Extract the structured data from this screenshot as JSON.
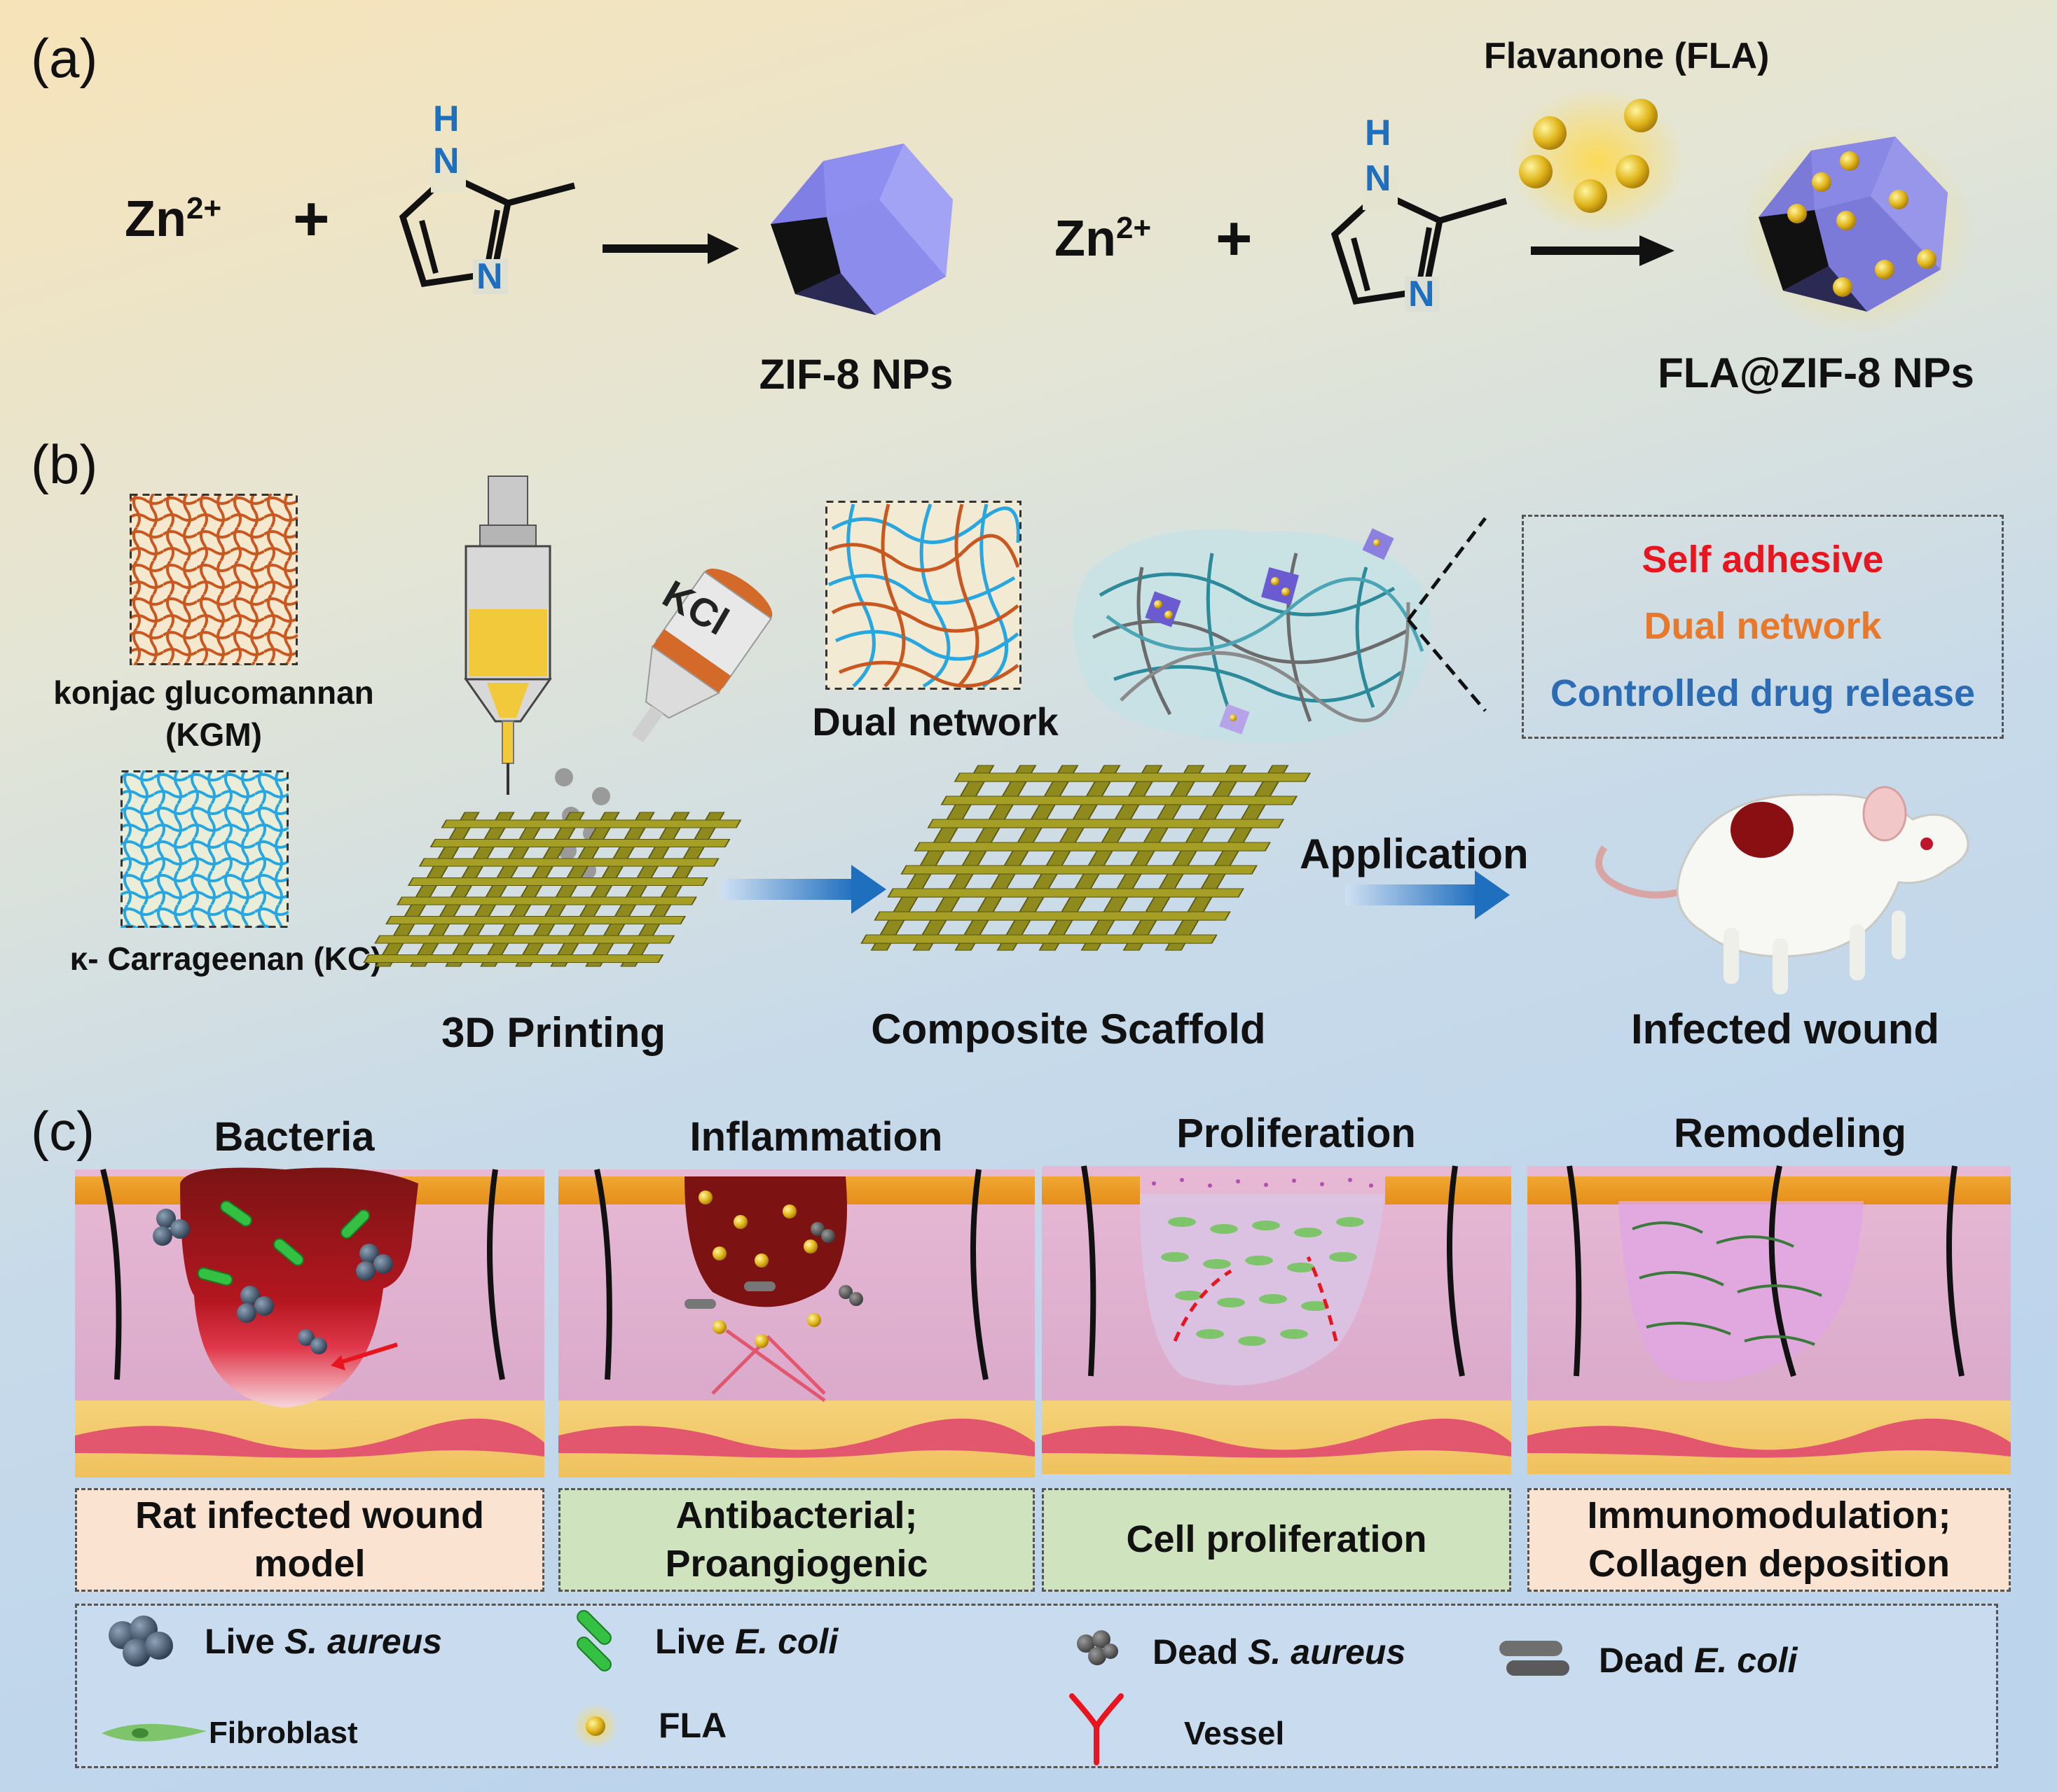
{
  "panel_a": {
    "label": "(a)",
    "zn_1": "Zn",
    "zn_1_sup": "2+",
    "plus_1": "+",
    "h_1": "H",
    "n_top_1": "N",
    "n_bottom_1": "N",
    "product_1": "ZIF-8 NPs",
    "zn_2": "Zn",
    "zn_2_sup": "2+",
    "plus_2": "+",
    "h_2": "H",
    "n_top_2": "N",
    "n_bottom_2": "N",
    "drug": "Flavanone (FLA)",
    "product_2": "FLA@ZIF-8 NPs"
  },
  "panel_b": {
    "label": "(b)",
    "kgm_label_1": "konjac glucomannan",
    "kgm_label_2": "(KGM)",
    "kc_label": "κ- Carrageenan (KC)",
    "kcl": "KCl",
    "printing": "3D Printing",
    "dual_network": "Dual network",
    "scaffold": "Composite Scaffold",
    "application": "Application",
    "wound": "Infected wound",
    "properties": [
      {
        "text": "Self adhesive",
        "color": "#e8141e"
      },
      {
        "text": "Dual network",
        "color": "#e8782a"
      },
      {
        "text": "Controlled drug release",
        "color": "#2b6cb5"
      }
    ]
  },
  "panel_c": {
    "label": "(c)",
    "stages": [
      {
        "title": "Bacteria",
        "box_line1": "Rat infected wound",
        "box_line2": "model",
        "box_color": "#fbe3d2"
      },
      {
        "title": "Inflammation",
        "box_line1": "Antibacterial;",
        "box_line2": "Proangiogenic",
        "box_color": "#cfe3bf"
      },
      {
        "title": "Proliferation",
        "box_line1": "Cell proliferation",
        "box_line2": "",
        "box_color": "#cfe3bf"
      },
      {
        "title": "Remodeling",
        "box_line1": "Immunomodulation;",
        "box_line2": "Collagen deposition",
        "box_color": "#fbe3d2"
      }
    ],
    "legend": [
      {
        "prefix": "Live ",
        "italic": "S. aureus",
        "icon": "live-s-aureus-icon"
      },
      {
        "prefix": "Live ",
        "italic": "E. coli",
        "icon": "live-e-coli-icon"
      },
      {
        "prefix": "Dead ",
        "italic": "S. aureus",
        "icon": "dead-s-aureus-icon"
      },
      {
        "prefix": "Dead ",
        "italic": "E. coli",
        "icon": "dead-e-coli-icon"
      },
      {
        "prefix": "Fibroblast",
        "italic": "",
        "icon": "fibroblast-icon"
      },
      {
        "prefix": "FLA",
        "italic": "",
        "icon": "fla-icon"
      },
      {
        "prefix": "Vessel",
        "italic": "",
        "icon": "vessel-icon"
      }
    ]
  }
}
